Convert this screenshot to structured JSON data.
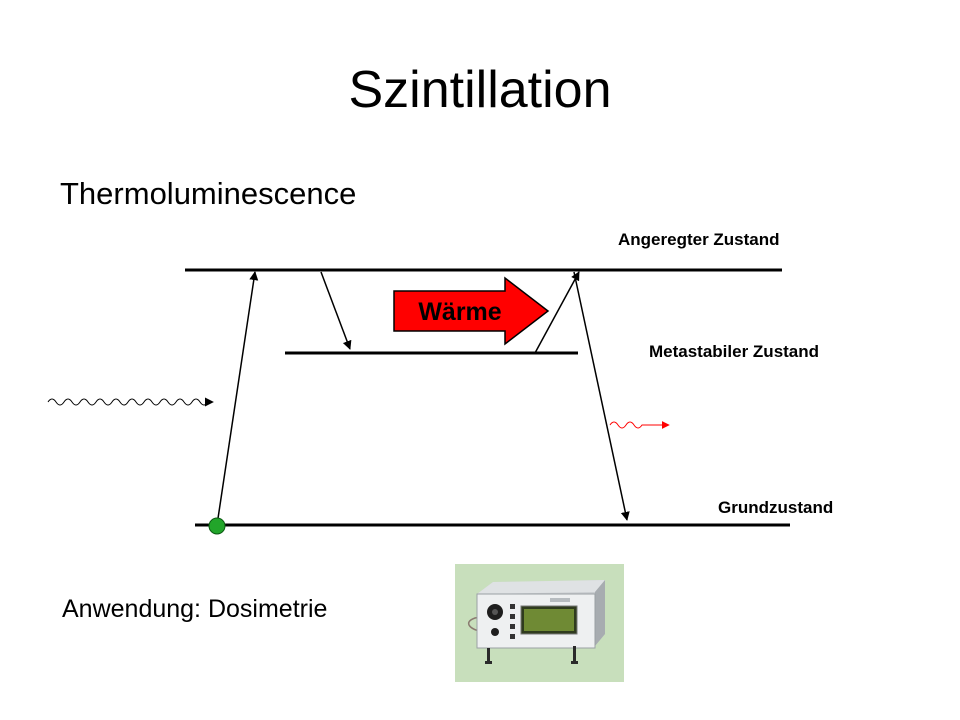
{
  "slide": {
    "title": "Szintillation",
    "subtitle": "Thermoluminescence",
    "application": "Anwendung: Dosimetrie"
  },
  "diagram": {
    "levels": {
      "excited": "Angeregter Zustand",
      "metastable": "Metastabiler Zustand",
      "ground": "Grundzustand"
    },
    "heat_label": "Wärme",
    "colors": {
      "heat_arrow": "#ff0000",
      "emitted_photon": "#ff0000",
      "electron": "#22a52a",
      "photo_background": "#c8dfbc"
    }
  },
  "photo": {
    "device_label": "Dosimeter"
  }
}
